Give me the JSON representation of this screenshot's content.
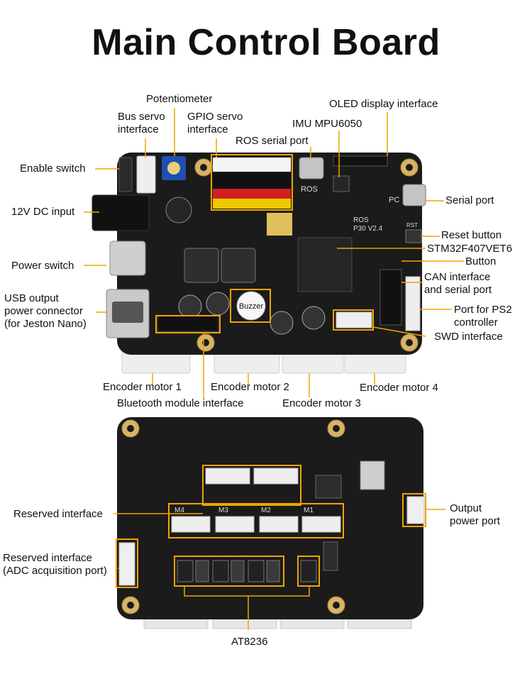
{
  "title": "Main Control Board",
  "top_board": {
    "silkscreen": {
      "ros": "ROS",
      "pc": "PC",
      "version": "ROS\nP30 V2.4",
      "buzzer": "Buzzer",
      "rst": "RST"
    },
    "labels": {
      "potentiometer": "Potentiometer",
      "bus_servo": "Bus servo\ninterface",
      "gpio_servo": "GPIO servo\ninterface",
      "oled": "OLED display interface",
      "imu": "IMU MPU6050",
      "ros_serial": "ROS serial port",
      "enable_switch": "Enable switch",
      "dc_input": "12V DC input",
      "serial_port": "Serial port",
      "reset_button": "Reset button",
      "stm32": "STM32F407VET6",
      "button": "Button",
      "power_switch": "Power switch",
      "can_interface": "CAN interface\nand serial port",
      "usb_output": "USB output\npower connector\n(for Jeston Nano)",
      "ps2": "Port for PS2\ncontroller",
      "swd": "SWD interface",
      "encoder1": "Encoder motor 1",
      "encoder2": "Encoder motor 2",
      "encoder4": "Encoder motor 4",
      "bluetooth": "Bluetooth module interface",
      "encoder3": "Encoder motor 3"
    }
  },
  "bottom_board": {
    "silkscreen": {
      "m4": "M4",
      "m3": "M3",
      "m2": "M2",
      "m1": "M1"
    },
    "labels": {
      "reserved": "Reserved interface",
      "output_power": "Output\npower port",
      "reserved_adc": "Reserved interface\n(ADC acquisition port)",
      "at8236": "AT8236"
    }
  },
  "colors": {
    "pcb": "#1b1b1b",
    "callout": "#f0a500",
    "connector": "#ececec",
    "gold": "#d8b266"
  }
}
